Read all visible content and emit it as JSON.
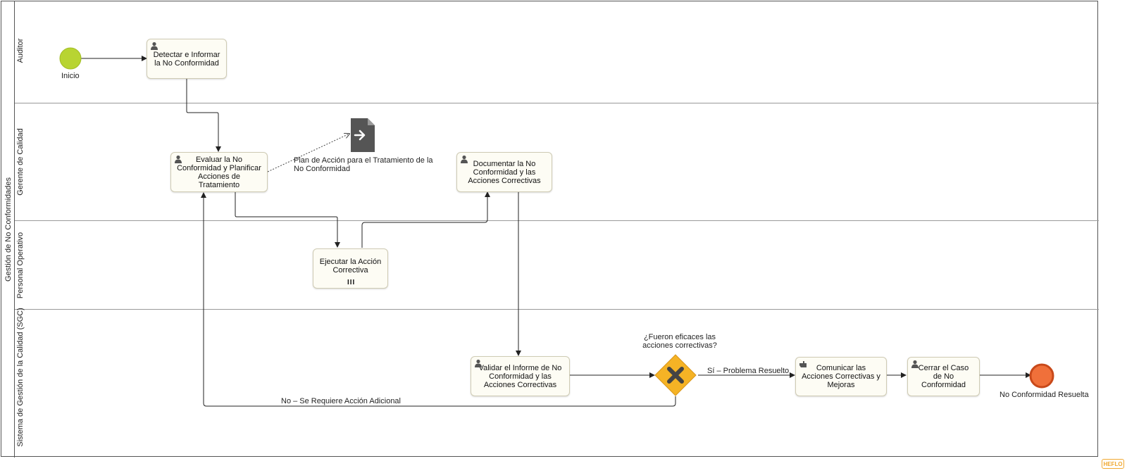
{
  "pool": {
    "label": "Gestión de No Conformidades"
  },
  "lanes": [
    {
      "label": "Auditor"
    },
    {
      "label": "Gerente de Calidad"
    },
    {
      "label": "Personal Operativo"
    },
    {
      "label": "Sistema de Gestión de la Calidad (SGC)"
    }
  ],
  "events": {
    "start": {
      "label": "Inicio",
      "color": "#b8d432"
    },
    "end": {
      "label": "No Conformidad Resuelta",
      "color": "#f0703a"
    }
  },
  "tasks": {
    "detectar": {
      "label": "Detectar e Informar la No Conformidad",
      "type": "user-icon"
    },
    "evaluar": {
      "label": "Evaluar la No Conformidad y Planificar Acciones de Tratamiento",
      "type": "user-icon"
    },
    "documentar": {
      "label": "Documentar la No Conformidad y las Acciones Correctivas",
      "type": "user-icon"
    },
    "ejecutar": {
      "label": "Ejecutar la Acción Correctiva",
      "marker": "III"
    },
    "validar": {
      "label": "Validar el Informe de No Conformidad y las Acciones Correctivas",
      "type": "user-icon"
    },
    "comunicar": {
      "label": "Comunicar las Acciones Correctivas y Mejoras",
      "type": "manual-icon"
    },
    "cerrar": {
      "label": "Cerrar el Caso de No Conformidad",
      "type": "user-icon"
    }
  },
  "data_output": {
    "label": "Plan de Acción para el Tratamiento de la No Conformidad",
    "icon": "document-output-icon"
  },
  "gateway": {
    "question": "¿Fueron eficaces las acciones correctivas?",
    "color": "#f5b325",
    "icon": "exclusive-x-icon"
  },
  "flows": {
    "yes": "Sí – Problema Resuelto",
    "no": "No – Se Requiere Acción Adicional"
  },
  "brand": {
    "logo": "HEFLO",
    "color": "#f0a830"
  }
}
